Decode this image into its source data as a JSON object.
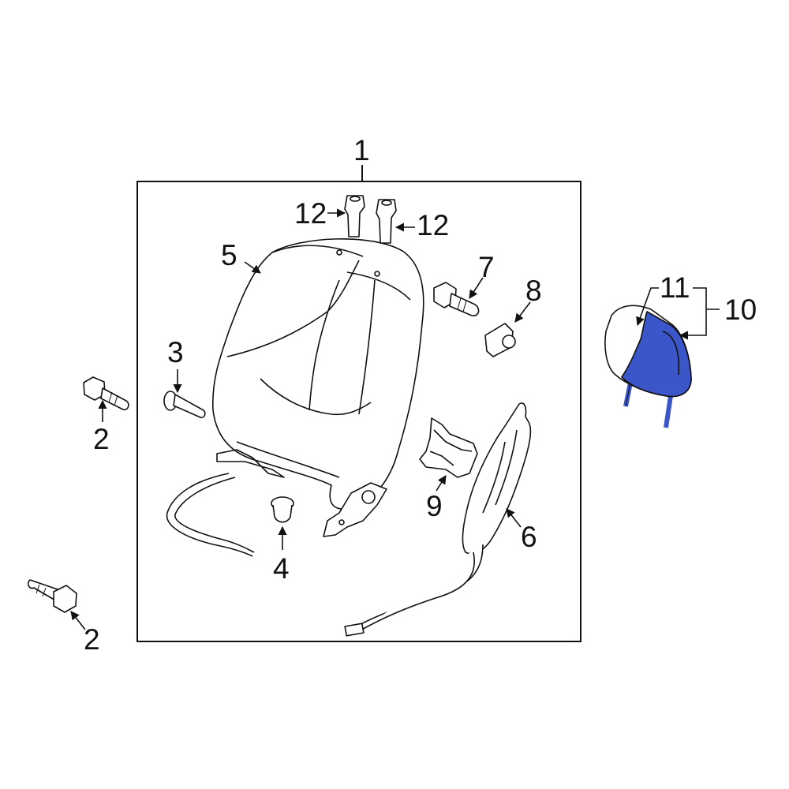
{
  "diagram": {
    "callouts": {
      "c1": "1",
      "c2a": "2",
      "c2b": "2",
      "c3": "3",
      "c4": "4",
      "c5": "5",
      "c6": "6",
      "c7": "7",
      "c8": "8",
      "c9": "9",
      "c10": "10",
      "c11": "11",
      "c12a": "12",
      "c12b": "12"
    },
    "colors": {
      "line": "#111111",
      "highlight": "#3a56c8",
      "background": "#ffffff"
    },
    "highlighted_part": "11"
  }
}
